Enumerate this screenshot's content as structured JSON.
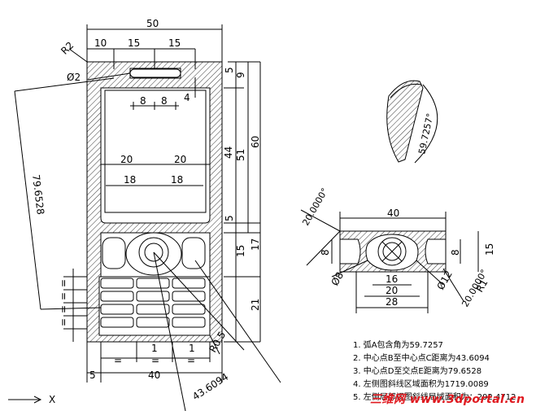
{
  "dims": {
    "total_width": "50",
    "top_10": "10",
    "top_15a": "15",
    "top_15b": "15",
    "r2_top": "R2",
    "phi2": "Ø2",
    "s8a": "8",
    "s8b": "8",
    "s4": "4",
    "s20a": "20",
    "s20b": "20",
    "s18a": "18",
    "s18b": "18",
    "r5": "5",
    "r9": "9",
    "r44": "44",
    "r51": "51",
    "r60": "60",
    "r5b": "5",
    "r15": "15",
    "r17": "17",
    "r21": "21",
    "diag_left": "79.6528",
    "diag_bottom": "43.6094",
    "r05": "R0.5",
    "b5": "5",
    "b40": "40",
    "b1a": "1",
    "b1b": "1",
    "eq": "=",
    "detail_40": "40",
    "detail_8": "8",
    "detail_15": "15",
    "detail_16": "16",
    "detail_20": "20",
    "detail_28": "28",
    "detail_phi8": "Ø8",
    "detail_phi12": "Ø12",
    "detail_r1": "R1",
    "angle_20a": "20.0000°",
    "angle_20b": "20.0000°",
    "arc_angle": "59.7257°",
    "axis_x": "X"
  },
  "notes": [
    "1.  弧A包含角为59.7257",
    "2.  中心点B至中心点C距离为43.6094",
    "3.  中心点D至交点E距离为79.6528",
    "4.  左侧图斜线区域面积为1719.0089",
    "5.  左侧局部视图斜线局域面积为：292.4712"
  ],
  "watermark": "三维网 www.3dportal.cn",
  "colors": {
    "line": "#000000",
    "watermark": "#e0191f"
  }
}
